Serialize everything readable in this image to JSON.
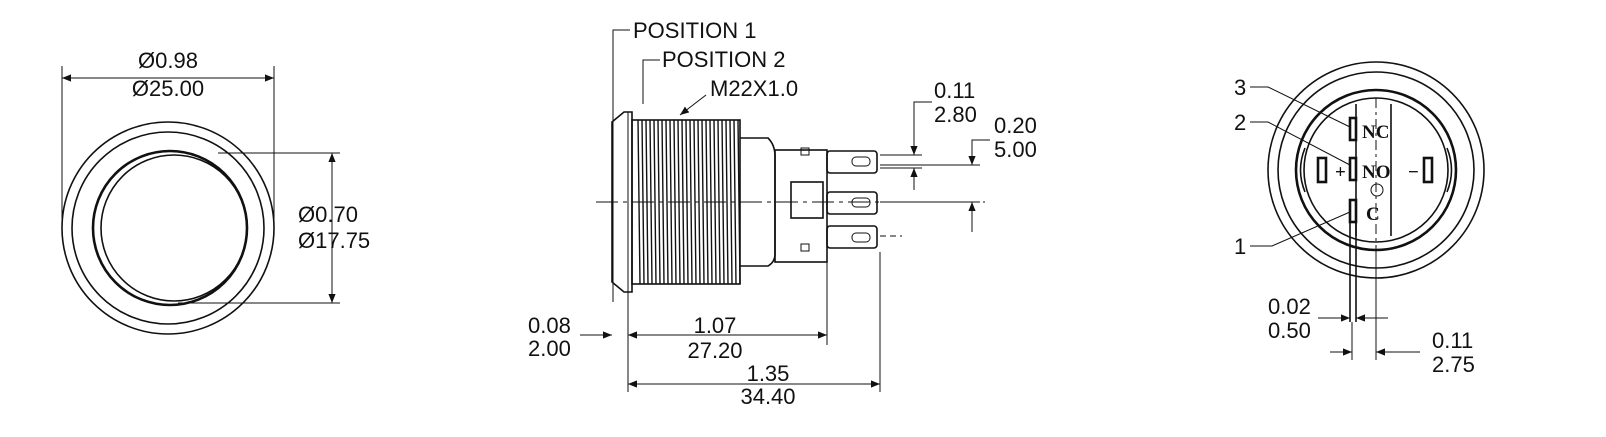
{
  "front_view": {
    "outer_dia_in": "Ø0.98",
    "outer_dia_mm": "Ø25.00",
    "inner_dia_in": "Ø0.70",
    "inner_dia_mm": "Ø17.75"
  },
  "side_view": {
    "position1": "POSITION 1",
    "position2": "POSITION 2",
    "thread": "M22X1.0",
    "terminal_width_in": "0.11",
    "terminal_width_mm": "2.80",
    "terminal_gap_in": "0.20",
    "terminal_gap_mm": "5.00",
    "travel_in": "0.08",
    "travel_mm": "2.00",
    "body_len_in": "1.07",
    "body_len_mm": "27.20",
    "total_len_in": "1.35",
    "total_len_mm": "34.40"
  },
  "rear_view": {
    "callout_3": "3",
    "callout_2": "2",
    "callout_1": "1",
    "term_nc": "NC",
    "term_no": "NO",
    "term_c": "C",
    "plus": "+",
    "minus": "−",
    "pin_thick_in": "0.02",
    "pin_thick_mm": "0.50",
    "pin_width_in": "0.11",
    "pin_width_mm": "2.75"
  }
}
